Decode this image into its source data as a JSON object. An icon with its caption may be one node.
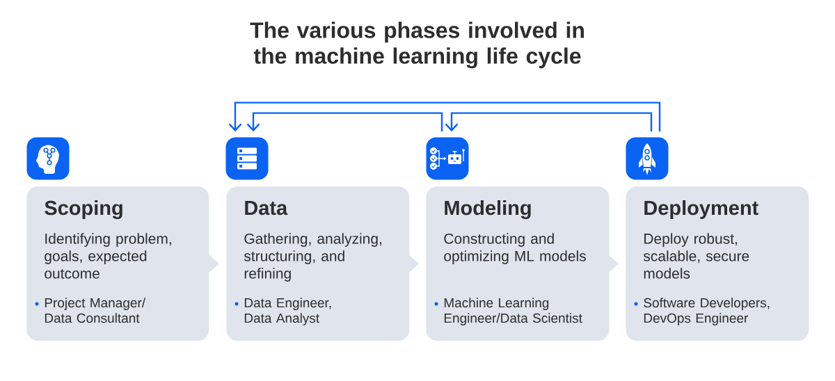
{
  "diagram": {
    "title": "The various phases involved in the machine learning life cycle",
    "nodes": [
      {
        "text": [],
        "shape": "picture"
      },
      {
        "text": [
          "Scoping",
          "Identifying problem, goals, expected outcome",
          "Project Manager/ Data Consultant"
        ]
      },
      {
        "text": [],
        "shape": "picture"
      },
      {
        "text": [
          "Data",
          "Gathering, analyzing, structuring, and refining",
          "Data Engineer, Data Analyst"
        ]
      },
      {
        "text": [],
        "shape": "picture"
      },
      {
        "text": [
          "Modeling",
          "Constructing and optimizing ML models",
          "Machine Learning Engineer/Data Scientist"
        ]
      },
      {
        "text": [],
        "shape": "picture"
      },
      {
        "text": [
          "Deployment",
          "Deploy robust, scalable, secure models",
          "Software Developers, DevOps Engineer"
        ]
      }
    ],
    "edges": [
      {
        "from": 1,
        "to": 3,
        "arrow": "to",
        "color": "#dfe4ed"
      },
      {
        "from": 3,
        "to": 5,
        "arrow": "to",
        "color": "#dfe4ed"
      },
      {
        "from": 5,
        "to": 7,
        "arrow": "to",
        "color": "#dfe4ed"
      },
      {
        "from": 4,
        "to": 2,
        "arrow": "to"
      },
      {
        "from": 6,
        "to": 4,
        "arrow": "to"
      },
      {
        "from": 6,
        "to": 2,
        "arrow": "to"
      }
    ]
  }
}
